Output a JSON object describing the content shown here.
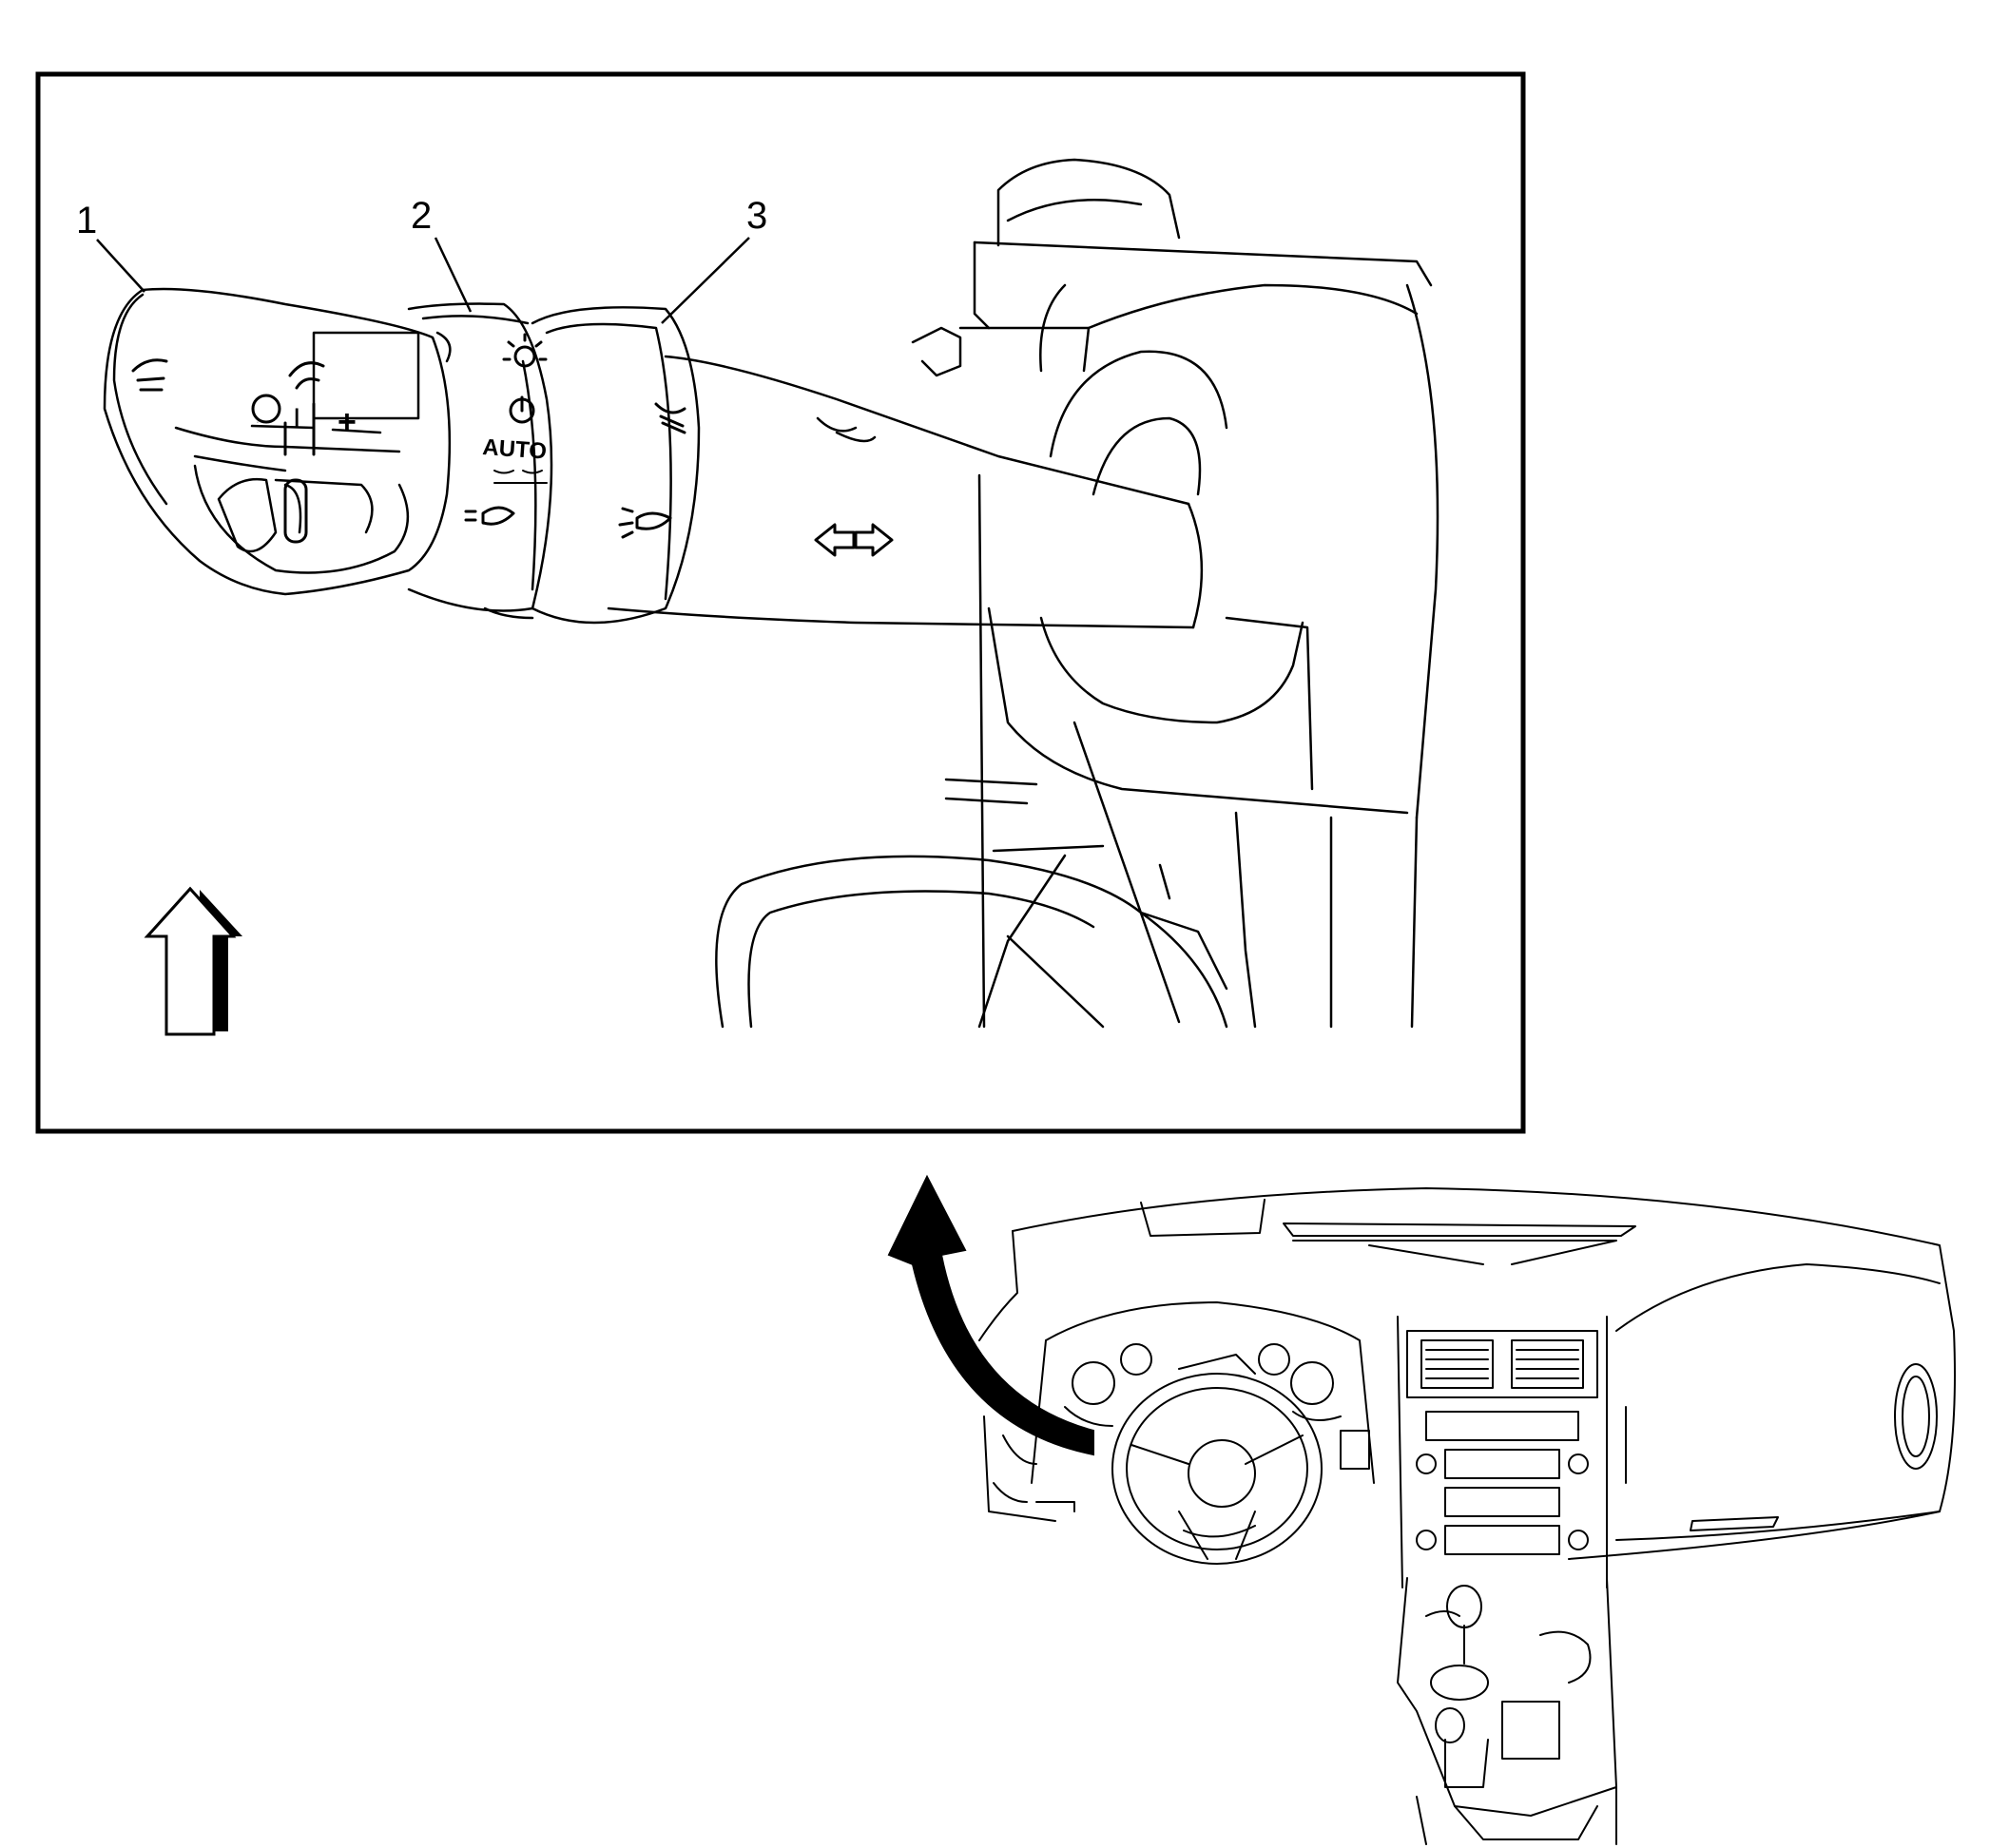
{
  "diagram": {
    "callouts": [
      {
        "id": "callout-1",
        "label": "1"
      },
      {
        "id": "callout-2",
        "label": "2"
      },
      {
        "id": "callout-3",
        "label": "3"
      }
    ],
    "switch_labels": {
      "auto": "AUTO",
      "wiper_off": "O",
      "wiper_int": "I",
      "wiper_plus": "+"
    },
    "colors": {
      "line": "#000000",
      "background": "#ffffff"
    }
  }
}
